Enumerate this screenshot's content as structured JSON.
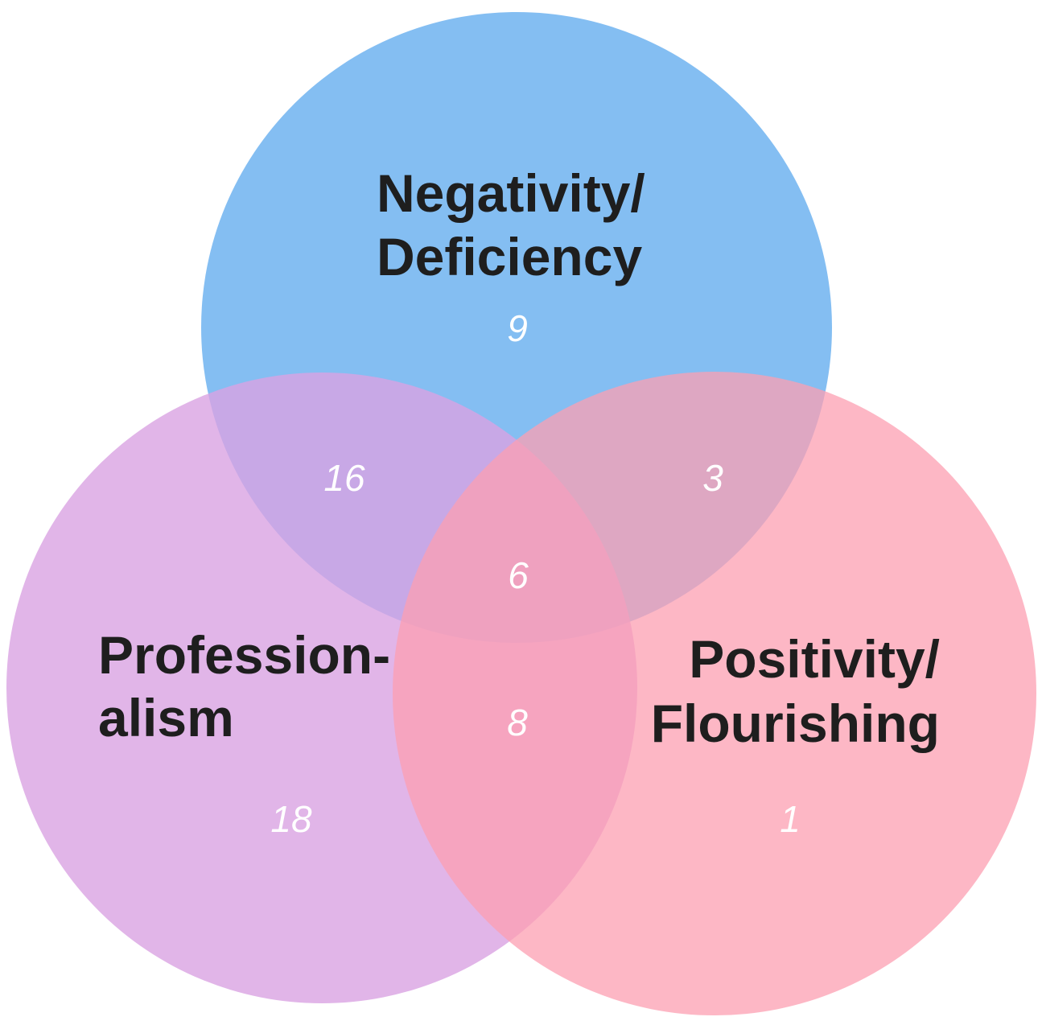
{
  "sets": {
    "negativity": {
      "label_line1": "Negativity/",
      "label_line2": "Deficiency",
      "color": "#6fb3f0"
    },
    "professionalism": {
      "label_line1": "Profession-",
      "label_line2": "alism",
      "color": "#d9a2e2"
    },
    "positivity": {
      "label_line1": "Positivity/",
      "label_line2": "Flourishing",
      "color": "#fc9fb2"
    }
  },
  "regions": {
    "negativity_only": "9",
    "professionalism_only": "18",
    "positivity_only": "1",
    "negativity_professionalism": "16",
    "negativity_positivity": "3",
    "professionalism_positivity": "8",
    "all_three": "6"
  }
}
